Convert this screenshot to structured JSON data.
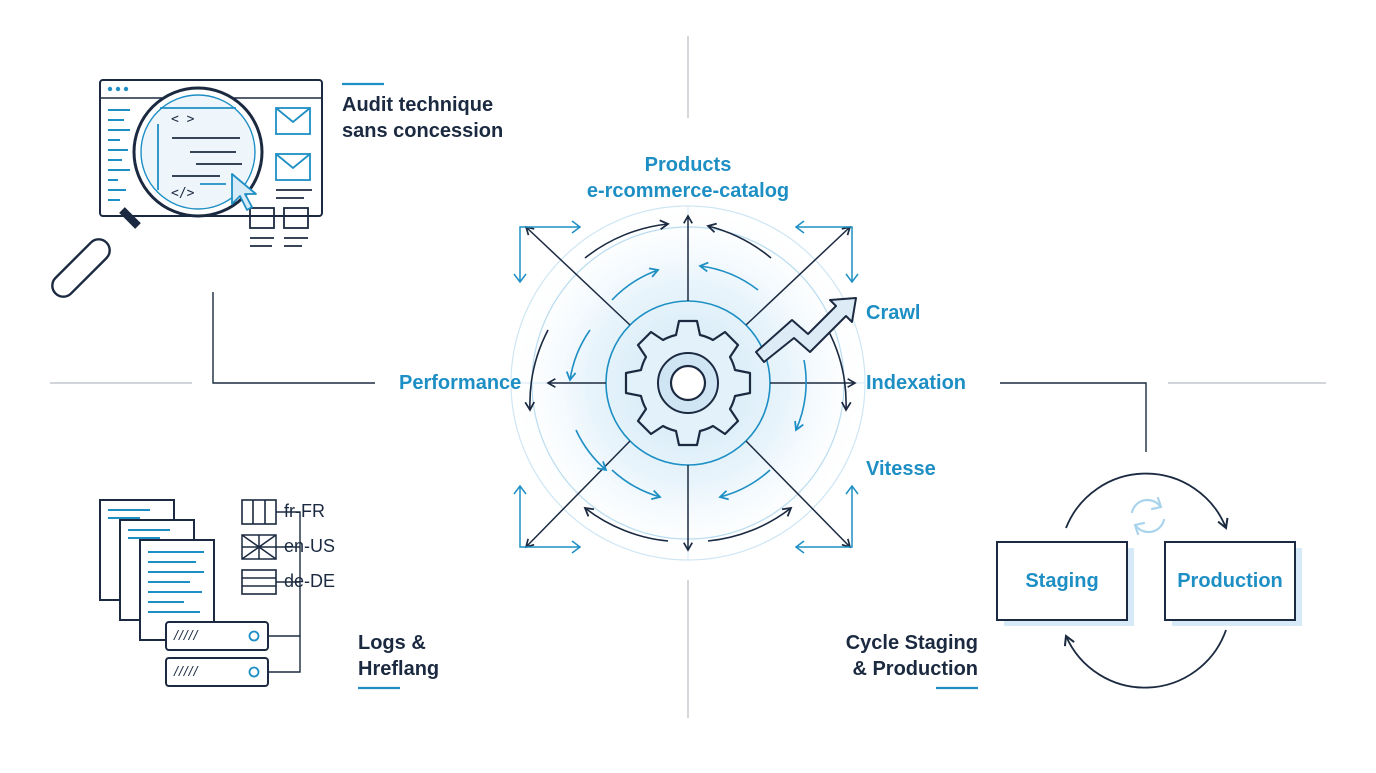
{
  "colors": {
    "navy": "#1b2a40",
    "blue": "#1e8fc4",
    "light_blue": "#a9d4ec",
    "grey_line": "#c4c8cf"
  },
  "center": {
    "top_label": {
      "line1": "Products",
      "line2": "e-rcommerce-catalog"
    },
    "left_label": "Performance",
    "right_labels": {
      "crawl": "Crawl",
      "indexation": "Indexation",
      "vitesse": "Vitesse"
    },
    "icons": [
      "gear-icon",
      "trend-arrow-icon"
    ]
  },
  "audit": {
    "title_line1": "Audit technique",
    "title_line2": "sans concession",
    "code_open": "< >",
    "code_close": "</>",
    "icons": [
      "browser-window-icon",
      "magnifier-icon",
      "cursor-icon"
    ]
  },
  "logs": {
    "title_line1": "Logs &",
    "title_line2": "Hreflang",
    "languages": [
      "fr-FR",
      "en-US",
      "de-DE"
    ],
    "server_marks": "/////",
    "icons": [
      "document-stack-icon",
      "server-icon",
      "flag-icon"
    ]
  },
  "cycle": {
    "title_line1": "Cycle Staging",
    "title_line2": "& Production",
    "staging": "Staging",
    "production": "Production",
    "icons": [
      "sync-icon",
      "cycle-arrow-icon"
    ]
  }
}
